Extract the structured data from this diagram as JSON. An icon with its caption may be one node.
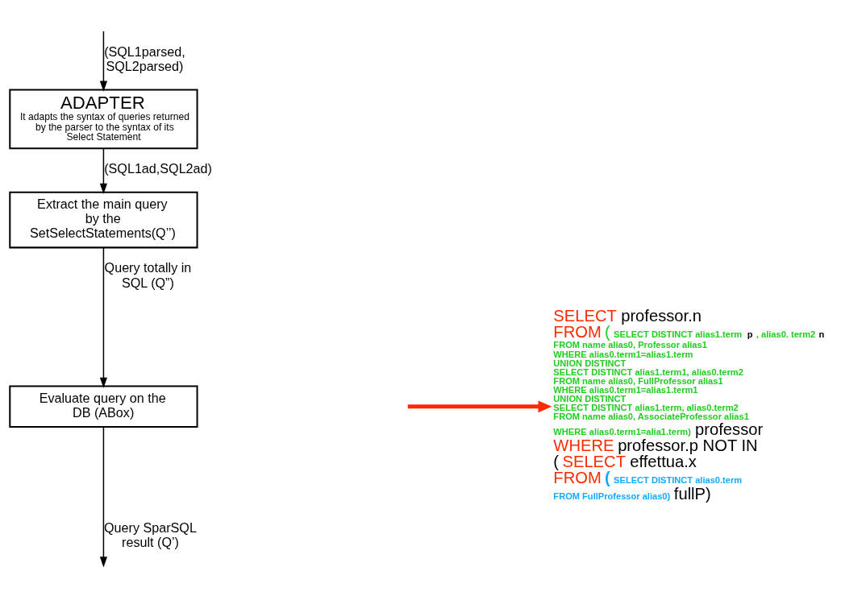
{
  "diagram": {
    "nodes": [
      {
        "text": [
          "ADAPTER",
          "It adapts the syntax of queries returned by the parser to the syntax of its Select Statement"
        ]
      },
      {
        "text": [
          "Extract the main query by the SetSelectStatements(Q’’)"
        ]
      },
      {
        "text": [
          "Evaluate query on the DB (ABox)"
        ]
      },
      {
        "text": [
          "SELECT",
          "professor.n",
          "FROM",
          "(",
          "SELECT DISTINCT alias1.term",
          "p",
          ", alias0. term2",
          "n",
          "FROM name alias0, Professor alias1",
          "WHERE alias0.term1=alias1.term",
          "UNION DISTINCT",
          "SELECT DISTINCT alias1.term1, alias0.term2",
          "FROM name alias0, FullProfessor alias1",
          "WHERE alias0.term1=alias1.term1",
          "UNION DISTINCT",
          "SELECT DISTINCT alias1.term, alias0.term2",
          "FROM name alias0, AssociateProfessor alias1",
          "WHERE alias0.term1=alia1.term)",
          "professor",
          "WHERE",
          "professor.p NOT IN",
          "(",
          "SELECT",
          "effettua.x",
          "FROM",
          "(",
          "SELECT DISTINCT alias0.term",
          "FROM FullProfessor alias0)",
          "fullP)"
        ]
      }
    ],
    "edges": [
      {
        "from": null,
        "to": 0,
        "arrow": "to",
        "label": "(SQL1parsed, SQL2parsed)"
      },
      {
        "from": 0,
        "to": 1,
        "arrow": "to",
        "label": "(SQL1ad,SQL2ad)"
      },
      {
        "from": 1,
        "to": 2,
        "arrow": "to",
        "label": "Query totally in SQL (Q”)"
      },
      {
        "from": 2,
        "to": null,
        "arrow": "to",
        "label": "Query SparSQL result (Q’)"
      },
      {
        "from": null,
        "to": 3,
        "arrow": "to",
        "style": "thick",
        "color": "#ff2a00"
      }
    ]
  }
}
